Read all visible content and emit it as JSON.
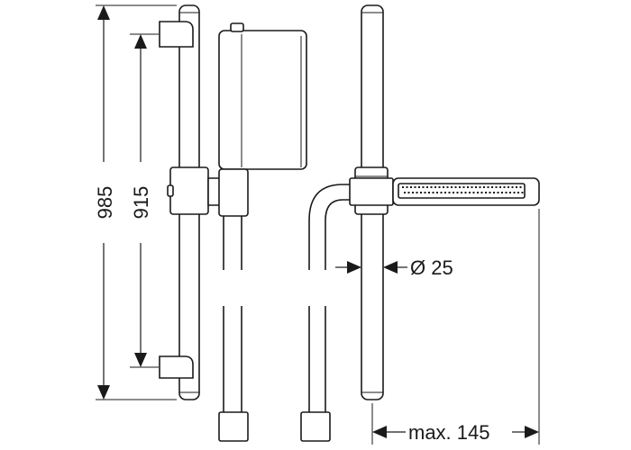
{
  "dimensions": {
    "overall_height": "985",
    "bracket_spacing": "915",
    "rail_diameter": "Ø 25",
    "projection": "max. 145"
  },
  "colors": {
    "line": "#1a1a1a",
    "background": "#ffffff"
  }
}
